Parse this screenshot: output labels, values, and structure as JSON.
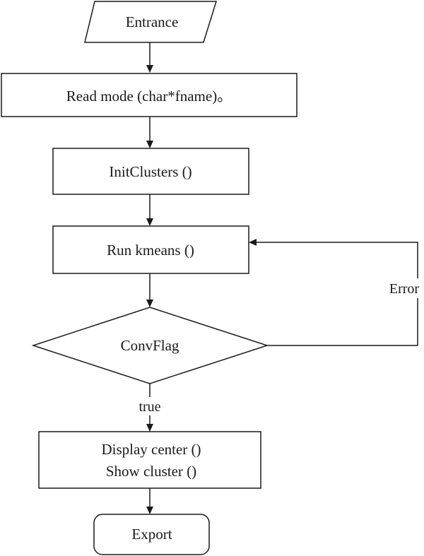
{
  "nodes": {
    "entrance": "Entrance",
    "read_mode": "Read mode (char*fname)。",
    "init_clusters": "InitClusters ()",
    "run_kmeans": "Run kmeans ()",
    "conv_flag": "ConvFlag",
    "display_center": "Display center ()",
    "show_cluster": "Show cluster ()",
    "export": "Export"
  },
  "edge_labels": {
    "error": "Error",
    "true": "true"
  }
}
